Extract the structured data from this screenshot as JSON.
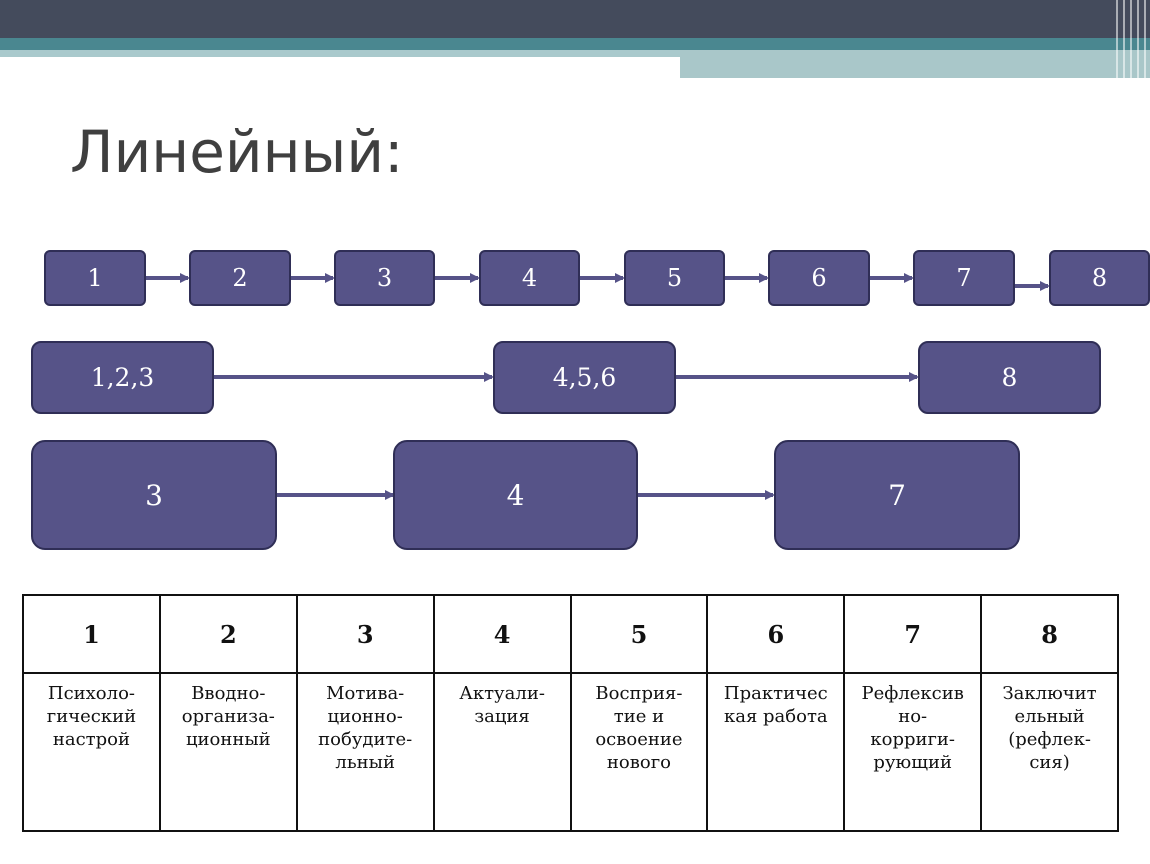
{
  "slide": {
    "title": "Линейный:"
  },
  "diagram": {
    "row1": [
      "1",
      "2",
      "3",
      "4",
      "5",
      "6",
      "7",
      "8"
    ],
    "row2": [
      "1,2,3",
      "4,5,6",
      "8"
    ],
    "row3": [
      "3",
      "4",
      "7"
    ],
    "colors": {
      "box_fill": "#565388",
      "box_border": "#2f2e56",
      "arrow": "#565388"
    }
  },
  "table": {
    "numbers": [
      "1",
      "2",
      "3",
      "4",
      "5",
      "6",
      "7",
      "8"
    ],
    "descriptions": [
      [
        "Психоло-",
        "гический",
        "настрой"
      ],
      [
        "Вводно-",
        "организа-",
        "ционный"
      ],
      [
        "Мотива-",
        "ционно-",
        "побудите-",
        "льный"
      ],
      [
        "Актуали-",
        "зация"
      ],
      [
        "Восприя-",
        "тие и",
        "освоение",
        "нового"
      ],
      [
        "Практичес",
        "кая работа"
      ],
      [
        "Рефлексив",
        "но-",
        "корриги-",
        "рующий"
      ],
      [
        "Заключит",
        "ельный",
        "(рефлек-",
        "сия)"
      ]
    ]
  }
}
